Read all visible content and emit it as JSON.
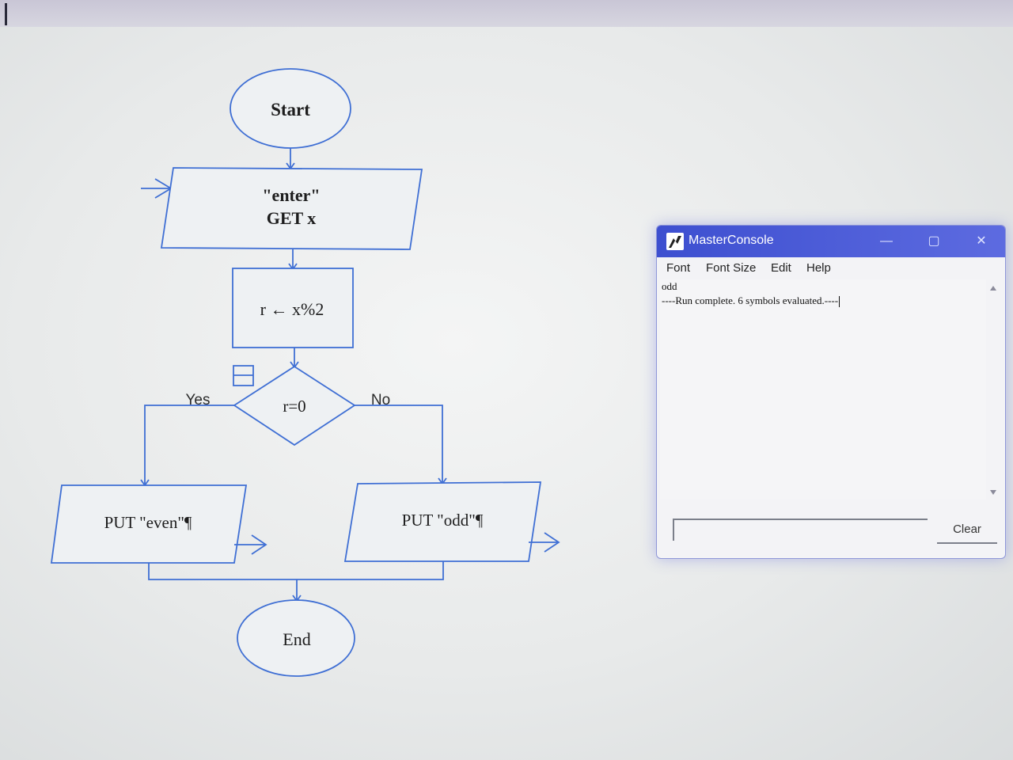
{
  "flowchart": {
    "start": "Start",
    "input_line1": "\"enter\"",
    "input_line2": "GET x",
    "assign": "r ← x%2",
    "decision": "r=0",
    "yes_label": "Yes",
    "no_label": "No",
    "output_even": "PUT \"even\"¶",
    "output_odd": "PUT \"odd\"¶",
    "end": "End",
    "line_color": "#3f6fd4"
  },
  "console": {
    "title": "MasterConsole",
    "minimize_glyph": "—",
    "maximize_glyph": "▢",
    "close_glyph": "✕",
    "menu": [
      "Font",
      "Font Size",
      "Edit",
      "Help"
    ],
    "output_lines": [
      "odd",
      "----Run complete.  6 symbols evaluated.----"
    ],
    "input_value": "",
    "clear_label": "Clear",
    "accent": "#4657d6"
  }
}
